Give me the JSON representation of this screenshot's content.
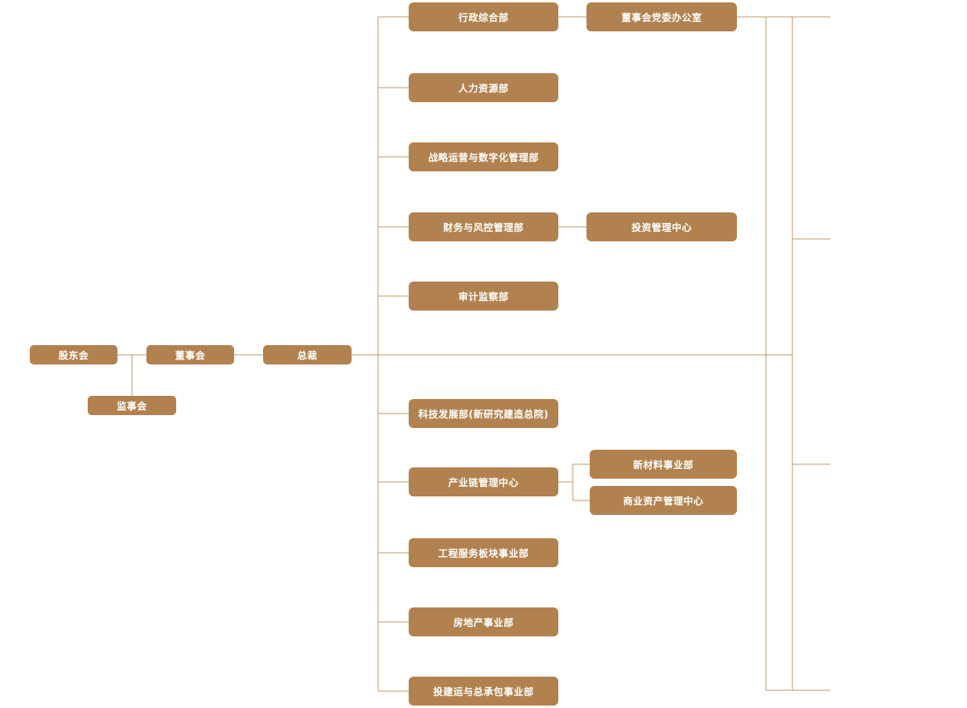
{
  "chart": {
    "type": "org-chart",
    "colors": {
      "node_fill": "#b1824f",
      "line": "#bf996a",
      "text": "#ffffff"
    },
    "nodes": {
      "shareholders": "股东会",
      "supervisory": "监事会",
      "board": "董事会",
      "president": "总裁",
      "admin": "行政综合部",
      "board_party_office": "董事会党委办公室",
      "hr": "人力资源部",
      "strategy": "战略运营与数字化管理部",
      "finance": "财务与风控管理部",
      "investment": "投资管理中心",
      "audit": "审计监察部",
      "tech": "科技发展部(新研究建造总院)",
      "industry_chain": "产业链管理中心",
      "new_materials": "新材料事业部",
      "commercial_assets": "商业资产管理中心",
      "engineering": "工程服务板块事业部",
      "real_estate": "房地产事业部",
      "epc": "投建运与总承包事业部"
    }
  }
}
